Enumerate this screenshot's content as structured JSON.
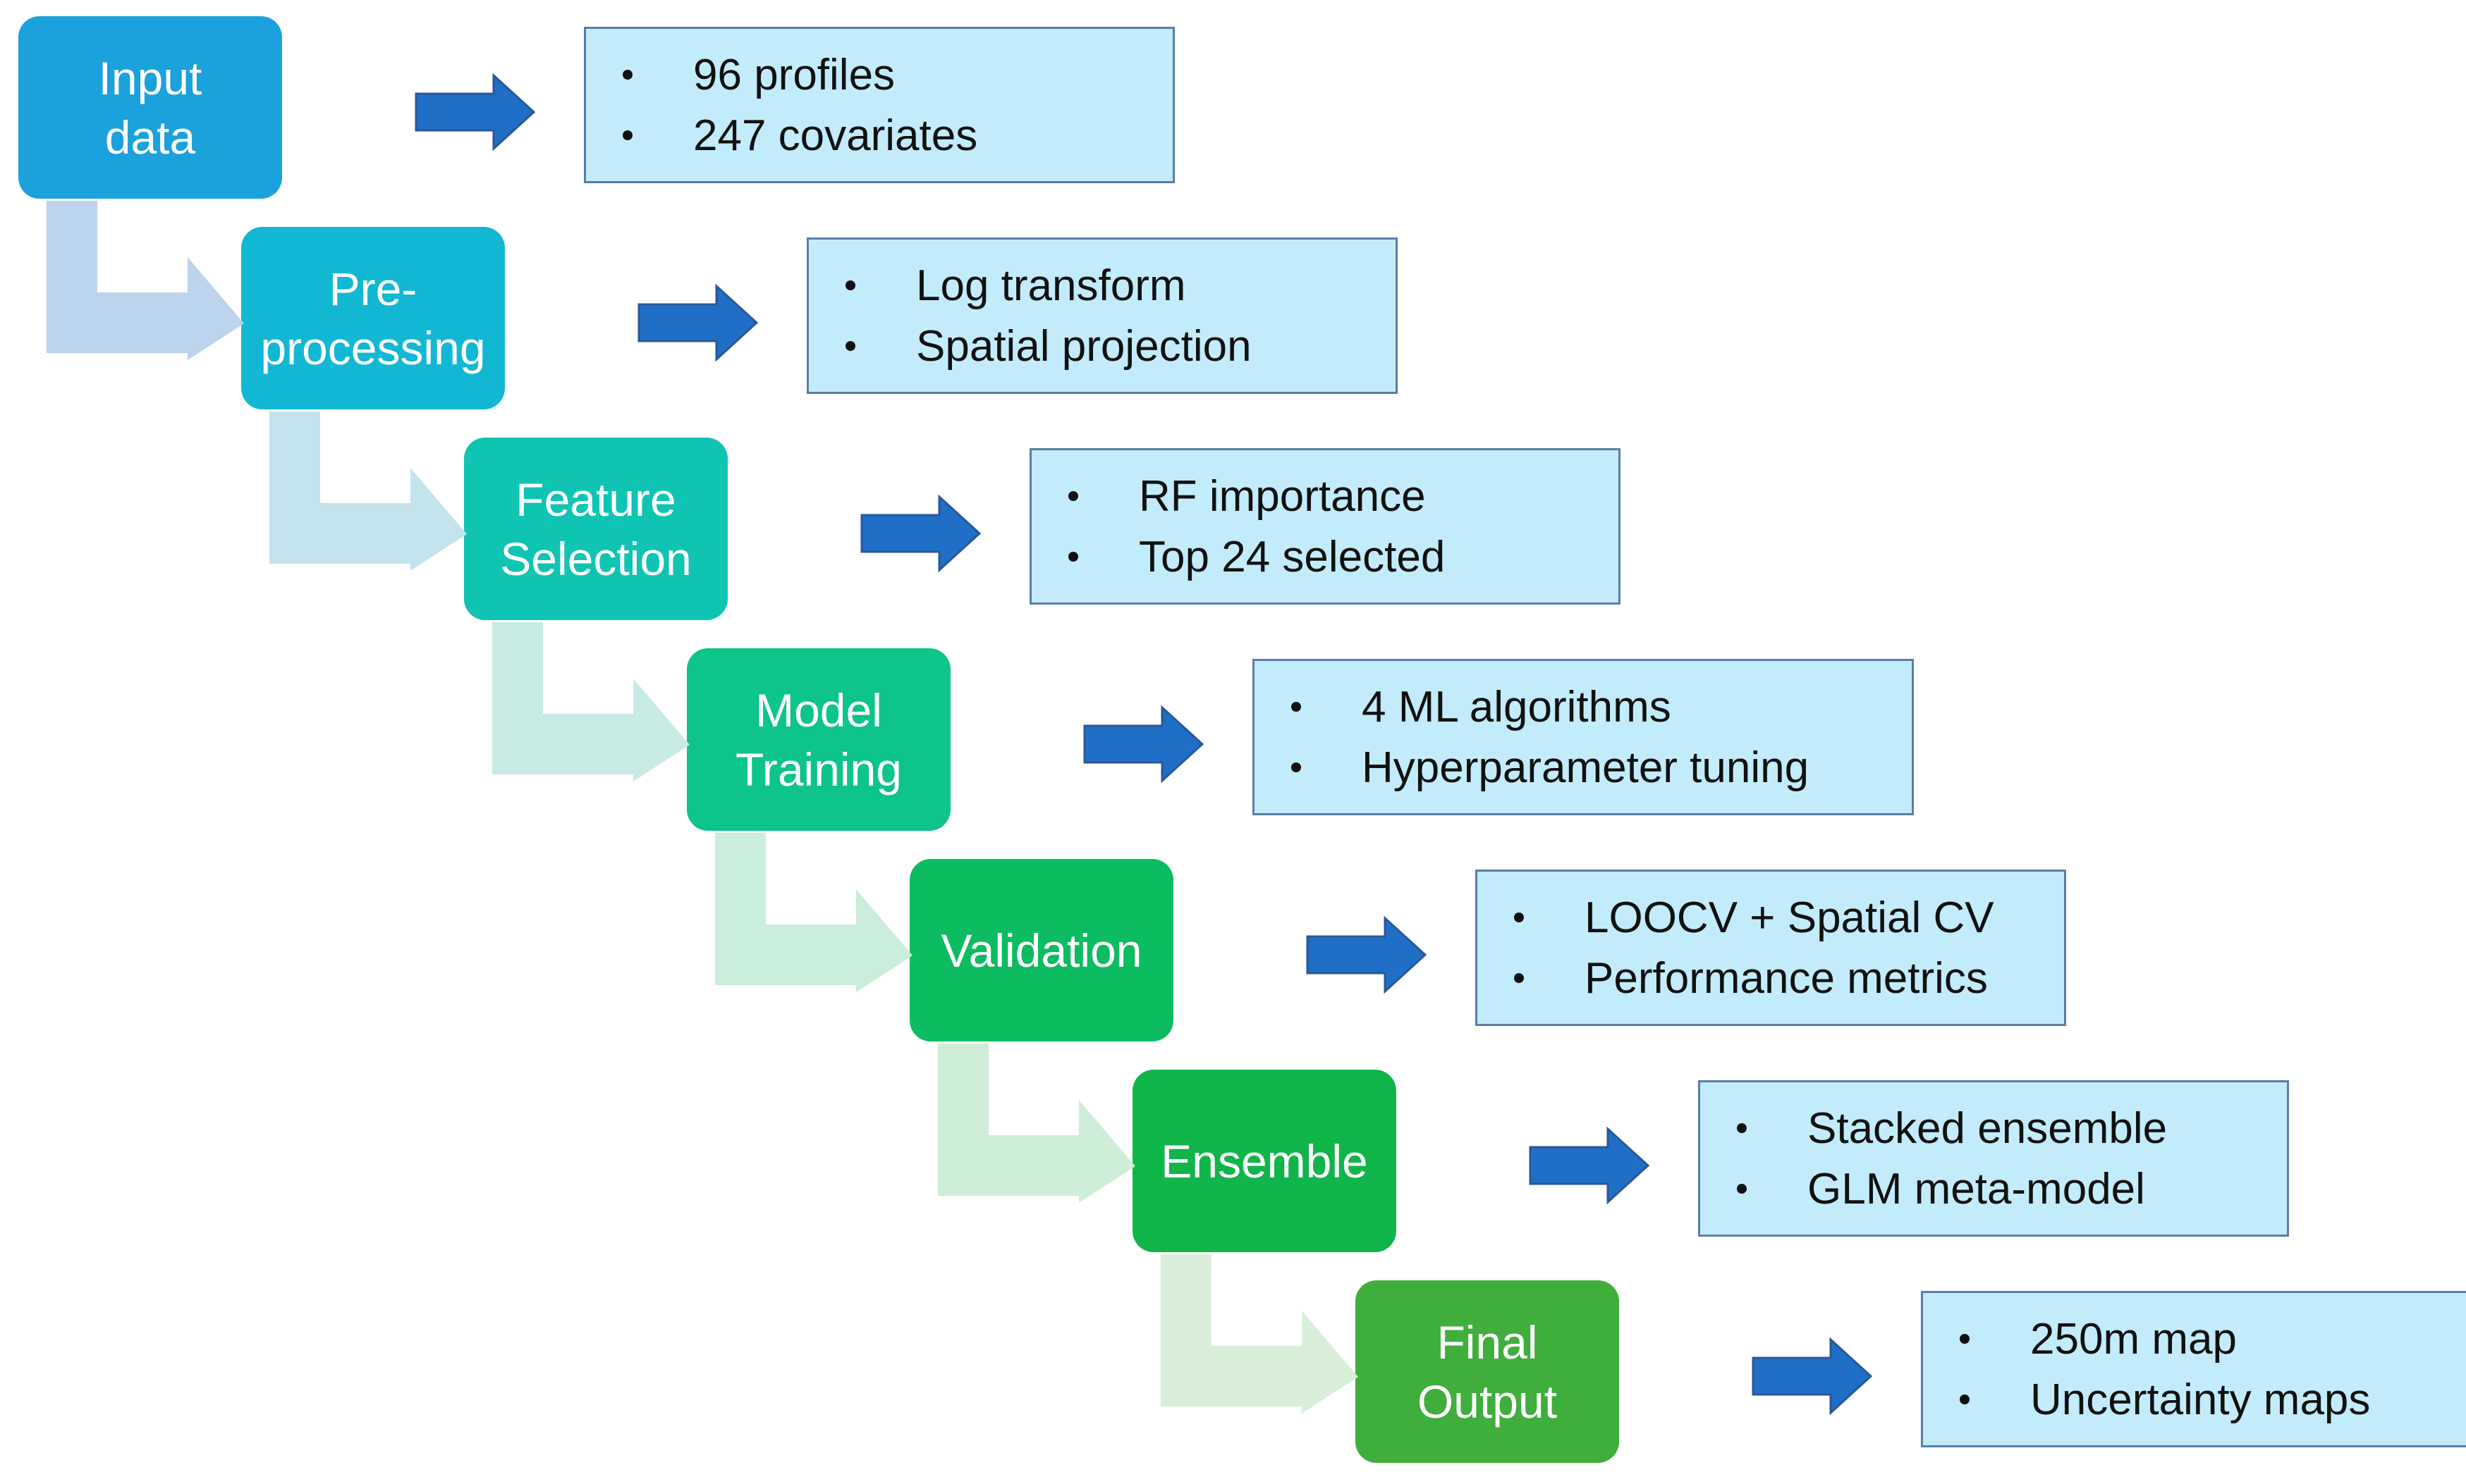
{
  "steps": [
    {
      "id": "input-data",
      "label": "Input\ndata",
      "color": "#1ba1db"
    },
    {
      "id": "pre-processing",
      "label": "Pre-\nprocessing",
      "color": "#12b8d3"
    },
    {
      "id": "feature-selection",
      "label": "Feature\nSelection",
      "color": "#10c4b4"
    },
    {
      "id": "model-training",
      "label": "Model\nTraining",
      "color": "#0dc48a"
    },
    {
      "id": "validation",
      "label": "Validation",
      "color": "#0bbc60"
    },
    {
      "id": "ensemble",
      "label": "Ensemble",
      "color": "#10b54a"
    },
    {
      "id": "final-output",
      "label": "Final\nOutput",
      "color": "#3fae3c"
    }
  ],
  "notes": [
    {
      "items": [
        "96 profiles",
        "247 covariates"
      ]
    },
    {
      "items": [
        "Log transform",
        "Spatial projection"
      ]
    },
    {
      "items": [
        "RF importance",
        "Top 24 selected"
      ]
    },
    {
      "items": [
        "4 ML algorithms",
        "Hyperparameter tuning"
      ]
    },
    {
      "items": [
        "LOOCV + Spatial CV",
        "Performance metrics"
      ]
    },
    {
      "items": [
        "Stacked ensemble",
        "GLM meta-model"
      ]
    },
    {
      "items": [
        "250m map",
        "Uncertainty maps"
      ]
    }
  ],
  "connector_colors": [
    "#bcd3ec",
    "#c3e4ec",
    "#c8ebe5",
    "#caeedb",
    "#cfeed8",
    "#d9efda"
  ],
  "arrow_color": "#1f6fc6",
  "arrow_stroke": "#2a5699",
  "note_fill": "#c2ecfb",
  "note_border": "#5b7da6"
}
